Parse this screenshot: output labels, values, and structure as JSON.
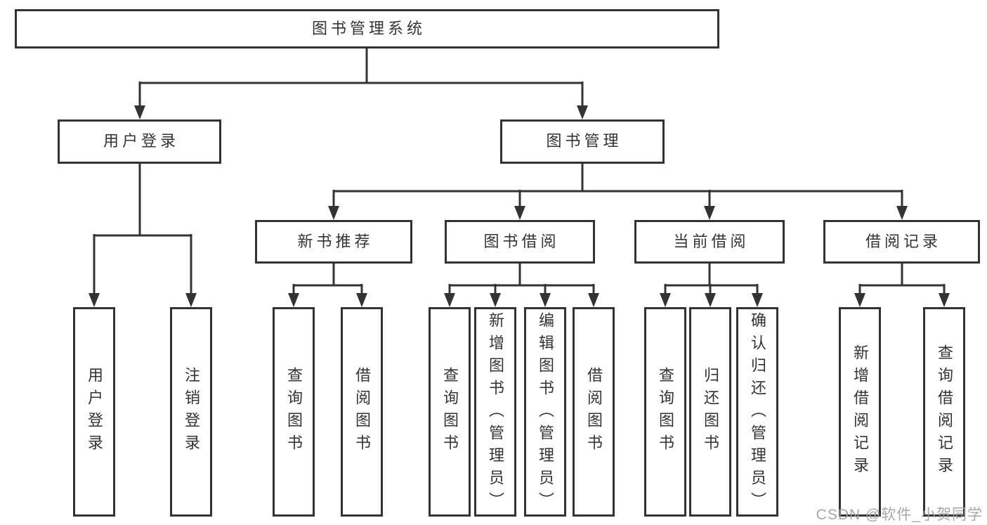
{
  "diagram_title": "图书管理系统",
  "tree": {
    "root": {
      "label": "图书管理系统"
    },
    "branches": [
      {
        "label": "用户登录",
        "children": [
          {
            "label": "用户登录"
          },
          {
            "label": "注销登录"
          }
        ]
      },
      {
        "label": "图书管理",
        "children": [
          {
            "label": "新书推荐",
            "children": [
              {
                "label": "查询图书"
              },
              {
                "label": "借阅图书"
              }
            ]
          },
          {
            "label": "图书借阅",
            "children": [
              {
                "label": "查询图书"
              },
              {
                "label": "新增图书（管理员）"
              },
              {
                "label": "编辑图书（管理员）"
              },
              {
                "label": "借阅图书"
              }
            ]
          },
          {
            "label": "当前借阅",
            "children": [
              {
                "label": "查询图书"
              },
              {
                "label": "归还图书"
              },
              {
                "label": "确认归还（管理员）"
              }
            ]
          },
          {
            "label": "借阅记录",
            "children": [
              {
                "label": "新增借阅记录"
              },
              {
                "label": "查询借阅记录"
              }
            ]
          }
        ]
      }
    ]
  },
  "watermark": {
    "text": "CSDN @软件_小贺同学"
  },
  "colors": {
    "line": "#333333",
    "box_fill": "#ffffff",
    "text": "#333333",
    "watermark": "#9e9e9e"
  }
}
